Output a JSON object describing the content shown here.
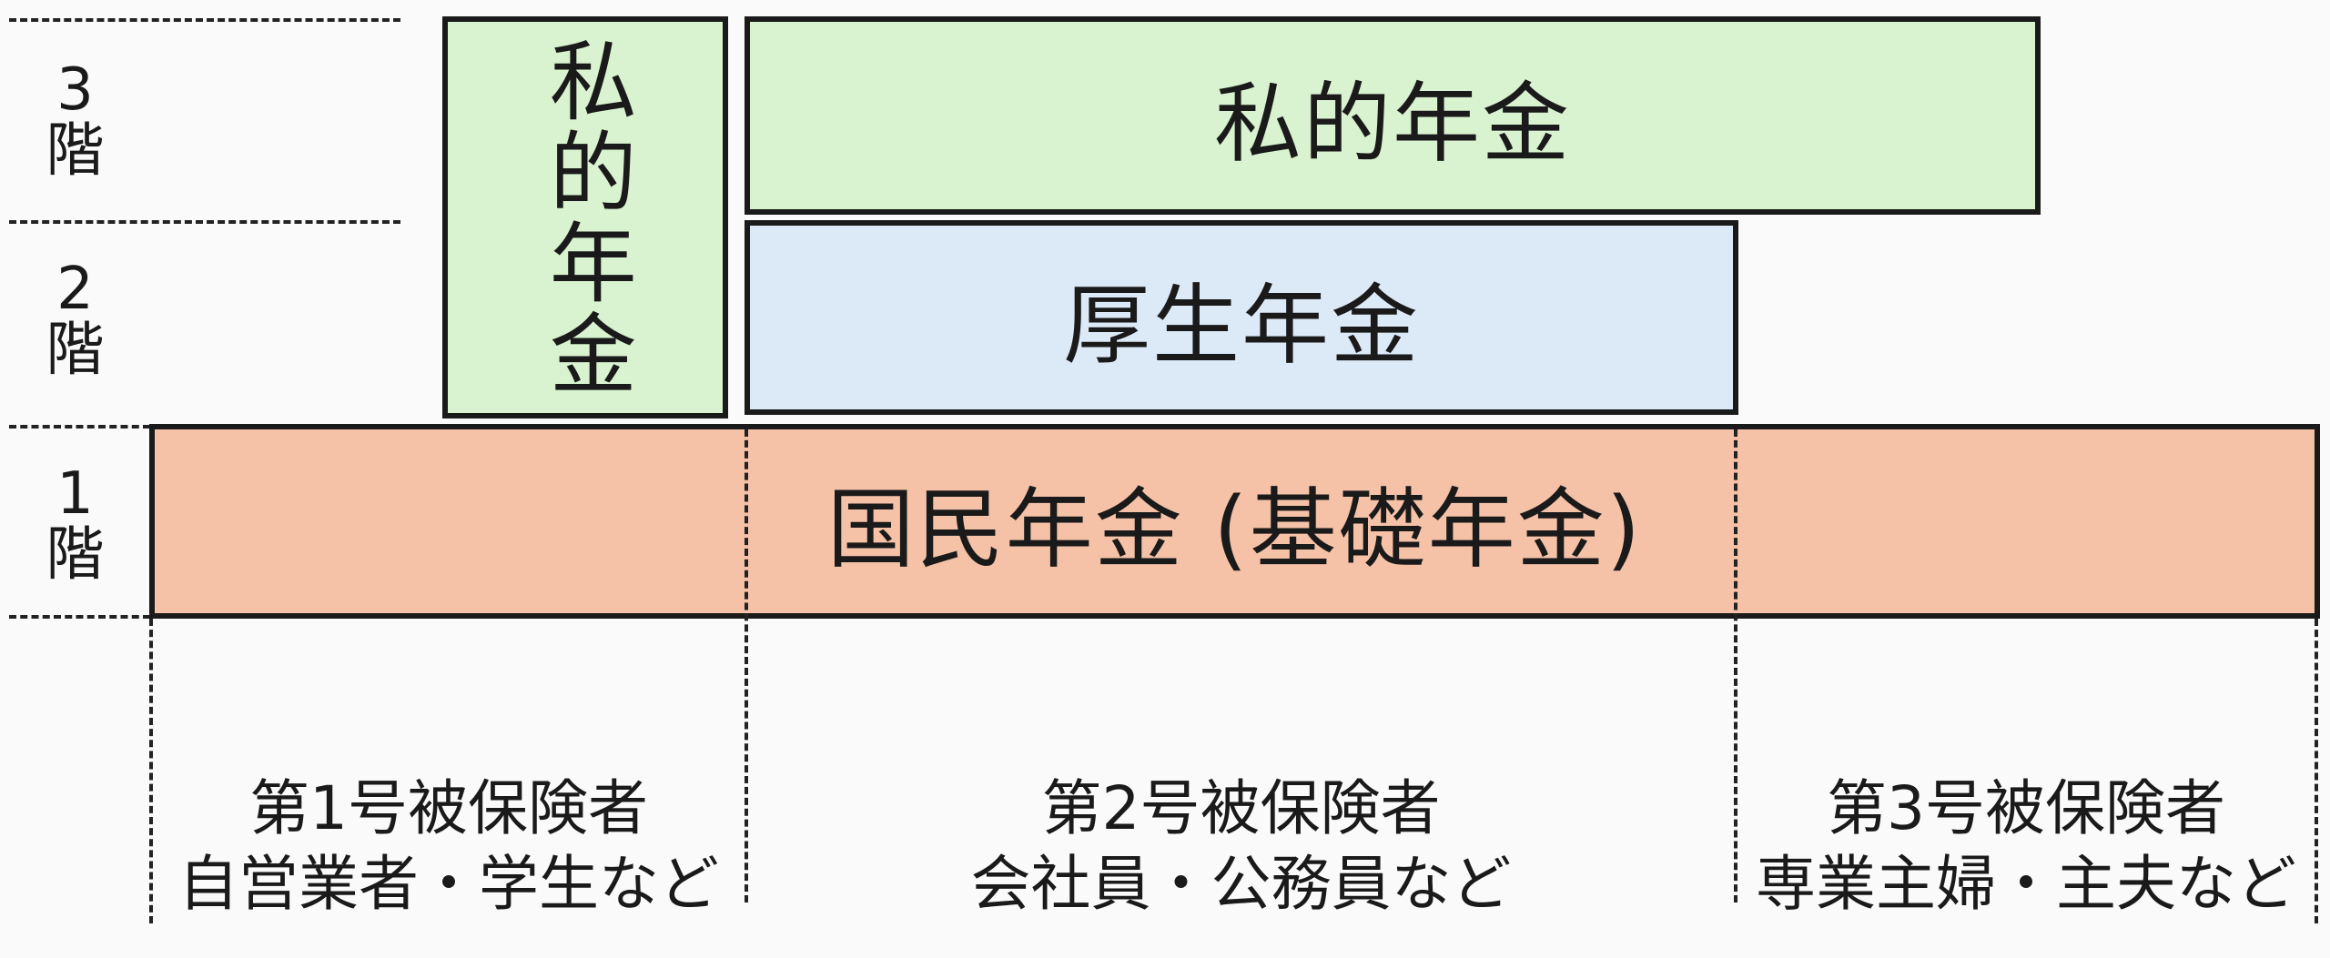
{
  "floors": [
    {
      "number": "3",
      "kanji": "階"
    },
    {
      "number": "2",
      "kanji": "階"
    },
    {
      "number": "1",
      "kanji": "階"
    }
  ],
  "boxes": {
    "private_pension_tall": "私的年金",
    "private_pension_wide": "私的年金",
    "employee_pension": "厚生年金",
    "national_pension": "国民年金 (基礎年金)"
  },
  "groups": [
    {
      "title": "第1号被保険者",
      "subtitle": "自営業者・学生など"
    },
    {
      "title": "第2号被保険者",
      "subtitle": "会社員・公務員など"
    },
    {
      "title": "第3号被保険者",
      "subtitle": "専業主婦・主夫など"
    }
  ],
  "colors": {
    "private_pension": "#d9f2d0",
    "employee_pension": "#dce9f7",
    "national_pension": "#f5c2a8",
    "border": "#1a1a1a"
  }
}
